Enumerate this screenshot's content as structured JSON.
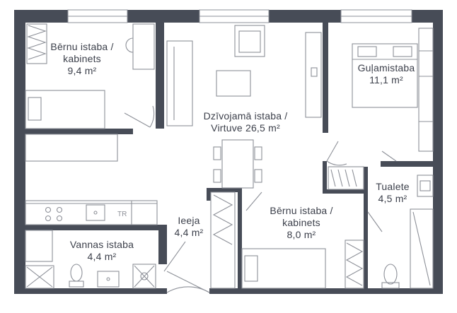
{
  "rooms": {
    "kids_room_1": {
      "name_line1": "Bērnu istaba /",
      "name_line2": "kabinets",
      "area": "9,4 m²"
    },
    "living_room": {
      "name_line1": "Dzīvojamā istaba /",
      "name_line2": "Virtuve 26,5 m²"
    },
    "bedroom": {
      "name_line1": "Guļamistaba",
      "area": "11,1 m²"
    },
    "toilet": {
      "name_line1": "Tualete",
      "area": "4,5 m²"
    },
    "entrance": {
      "name_line1": "Ieeja",
      "area": "4,4 m²"
    },
    "kids_room_2": {
      "name_line1": "Bērnu istaba /",
      "name_line2": "kabinets",
      "area": "8,0 m²"
    },
    "bathroom": {
      "name_line1": "Vannas istaba",
      "area": "4,4 m²"
    }
  },
  "fixtures": {
    "dryer_label": "TR"
  },
  "colors": {
    "wall": "#474c57",
    "furniture_stroke": "#8d9098",
    "text": "#3b3f4a",
    "background": "#ffffff"
  }
}
